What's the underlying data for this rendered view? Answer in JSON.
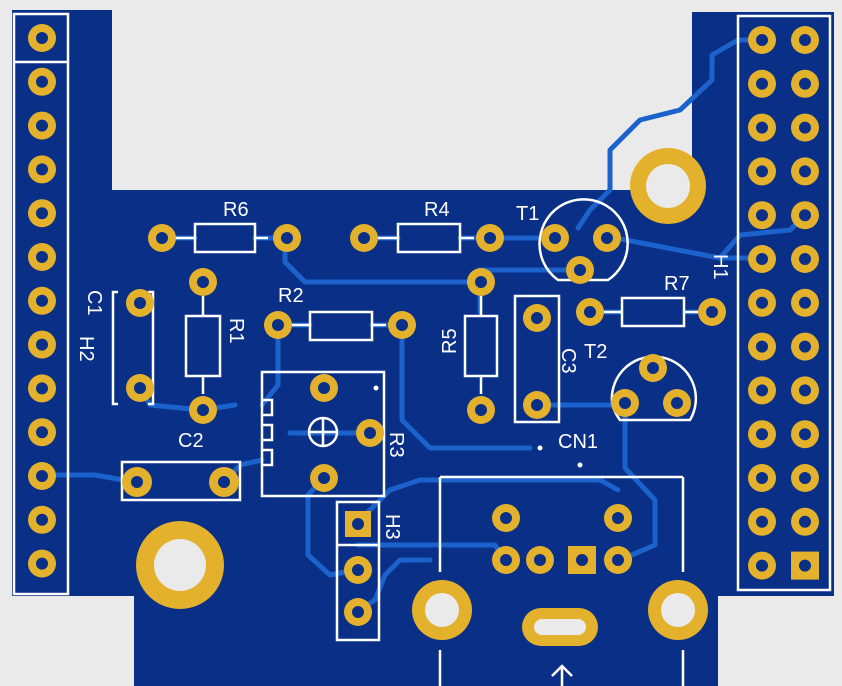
{
  "board": {
    "labels": {
      "r6": "R6",
      "r4": "R4",
      "t1": "T1",
      "r2": "R2",
      "r1": "R1",
      "c1": "C1",
      "h2": "H2",
      "r5": "R5",
      "r7": "R7",
      "t2": "T2",
      "c3": "C3",
      "h1": "H1",
      "c2": "C2",
      "r3": "R3",
      "cn1": "CN1",
      "h3": "H3"
    },
    "colors": {
      "substrate": "#0a2f86",
      "trace": "#1b62cc",
      "pad": "#e3b12c",
      "drill": "#eaeaea",
      "silkscreen": "#ffffff"
    }
  }
}
